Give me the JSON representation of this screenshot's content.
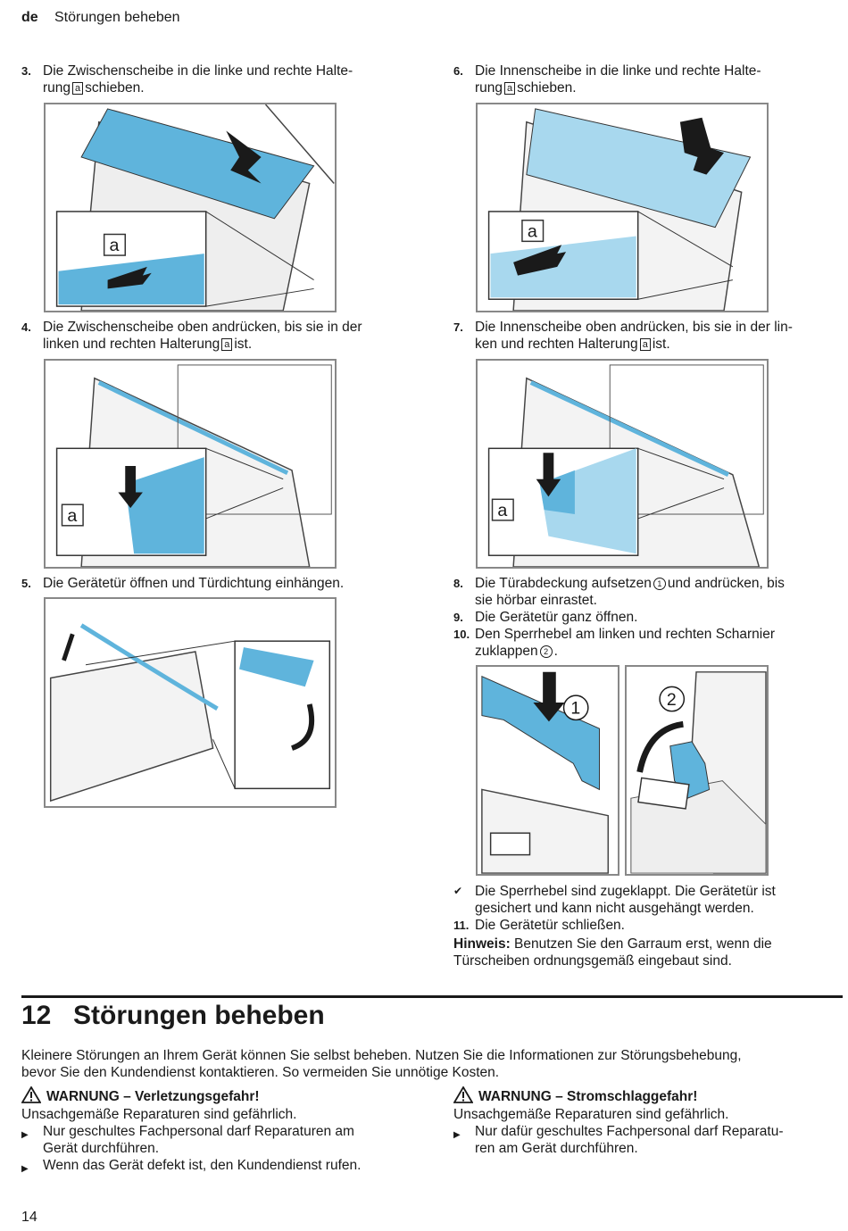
{
  "header": {
    "lang": "de",
    "title": "Störungen beheben"
  },
  "steps": {
    "s3": {
      "num": "3.",
      "pre": "Die Zwischenscheibe in die linke und rechte Halte-",
      "line2_pre": "rung",
      "box": "a",
      "line2_post": "schieben."
    },
    "s4": {
      "num": "4.",
      "line1": "Die Zwischenscheibe oben andrücken, bis sie in der",
      "line2_pre": "linken und rechten Halterung",
      "box": "a",
      "line2_post": "ist."
    },
    "s5": {
      "num": "5.",
      "line1": "Die Gerätetür öffnen und Türdichtung einhängen."
    },
    "s6": {
      "num": "6.",
      "pre": "Die Innenscheibe in die linke und rechte Halte-",
      "line2_pre": "rung",
      "box": "a",
      "line2_post": "schieben."
    },
    "s7": {
      "num": "7.",
      "line1": "Die Innenscheibe oben andrücken, bis sie in der lin-",
      "line2_pre": "ken und rechten Halterung",
      "box": "a",
      "line2_post": "ist."
    },
    "s8": {
      "num": "8.",
      "line1_pre": "Die Türabdeckung aufsetzen",
      "circ": "1",
      "line1_post": "und andrücken, bis",
      "line2": "sie hörbar einrastet."
    },
    "s9": {
      "num": "9.",
      "line1": "Die Gerätetür ganz öffnen."
    },
    "s10": {
      "num": "10.",
      "line1": "Den Sperrhebel am linken und rechten Scharnier",
      "line2_pre": "zuklappen",
      "circ": "2",
      "line2_post": "."
    },
    "result": {
      "mark": "✔",
      "line1": "Die Sperrhebel sind zugeklappt. Die Gerätetür ist",
      "line2": "gesichert und kann nicht ausgehängt werden."
    },
    "s11": {
      "num": "11.",
      "line1": "Die Gerätetür schließen."
    },
    "note": {
      "label": "Hinweis:",
      "line1": "Benutzen Sie den Garraum erst, wenn die",
      "line2": "Türscheiben ordnungsgemäß eingebaut sind."
    }
  },
  "figure_labels": {
    "a": "a",
    "one": "1",
    "two": "2"
  },
  "chapter": {
    "number": "12",
    "title": "Störungen beheben"
  },
  "intro": {
    "line1": "Kleinere Störungen an Ihrem Gerät können Sie selbst beheben. Nutzen Sie die Informationen zur Störungsbehebung,",
    "line2": "bevor Sie den Kundendienst kontaktieren. So vermeiden Sie unnötige Kosten."
  },
  "warning_left": {
    "title": "WARNUNG – Verletzungsgefahr!",
    "text": "Unsachgemäße Reparaturen sind gefährlich.",
    "b1_line1": "Nur geschultes Fachpersonal darf Reparaturen am",
    "b1_line2": "Gerät durchführen.",
    "b2": "Wenn das Gerät defekt ist, den Kundendienst rufen."
  },
  "warning_right": {
    "title": "WARNUNG – Stromschlaggefahr!",
    "text": "Unsachgemäße Reparaturen sind gefährlich.",
    "b1_line1": "Nur dafür geschultes Fachpersonal darf Reparatu-",
    "b1_line2": "ren am Gerät durchführen."
  },
  "bullet_mark": "▶",
  "page_number": "14",
  "colors": {
    "glass_blue": "#5fb4dc",
    "light_blue": "#a8d8ee",
    "frame_gray": "#888888",
    "ink": "#1a1a1a"
  }
}
